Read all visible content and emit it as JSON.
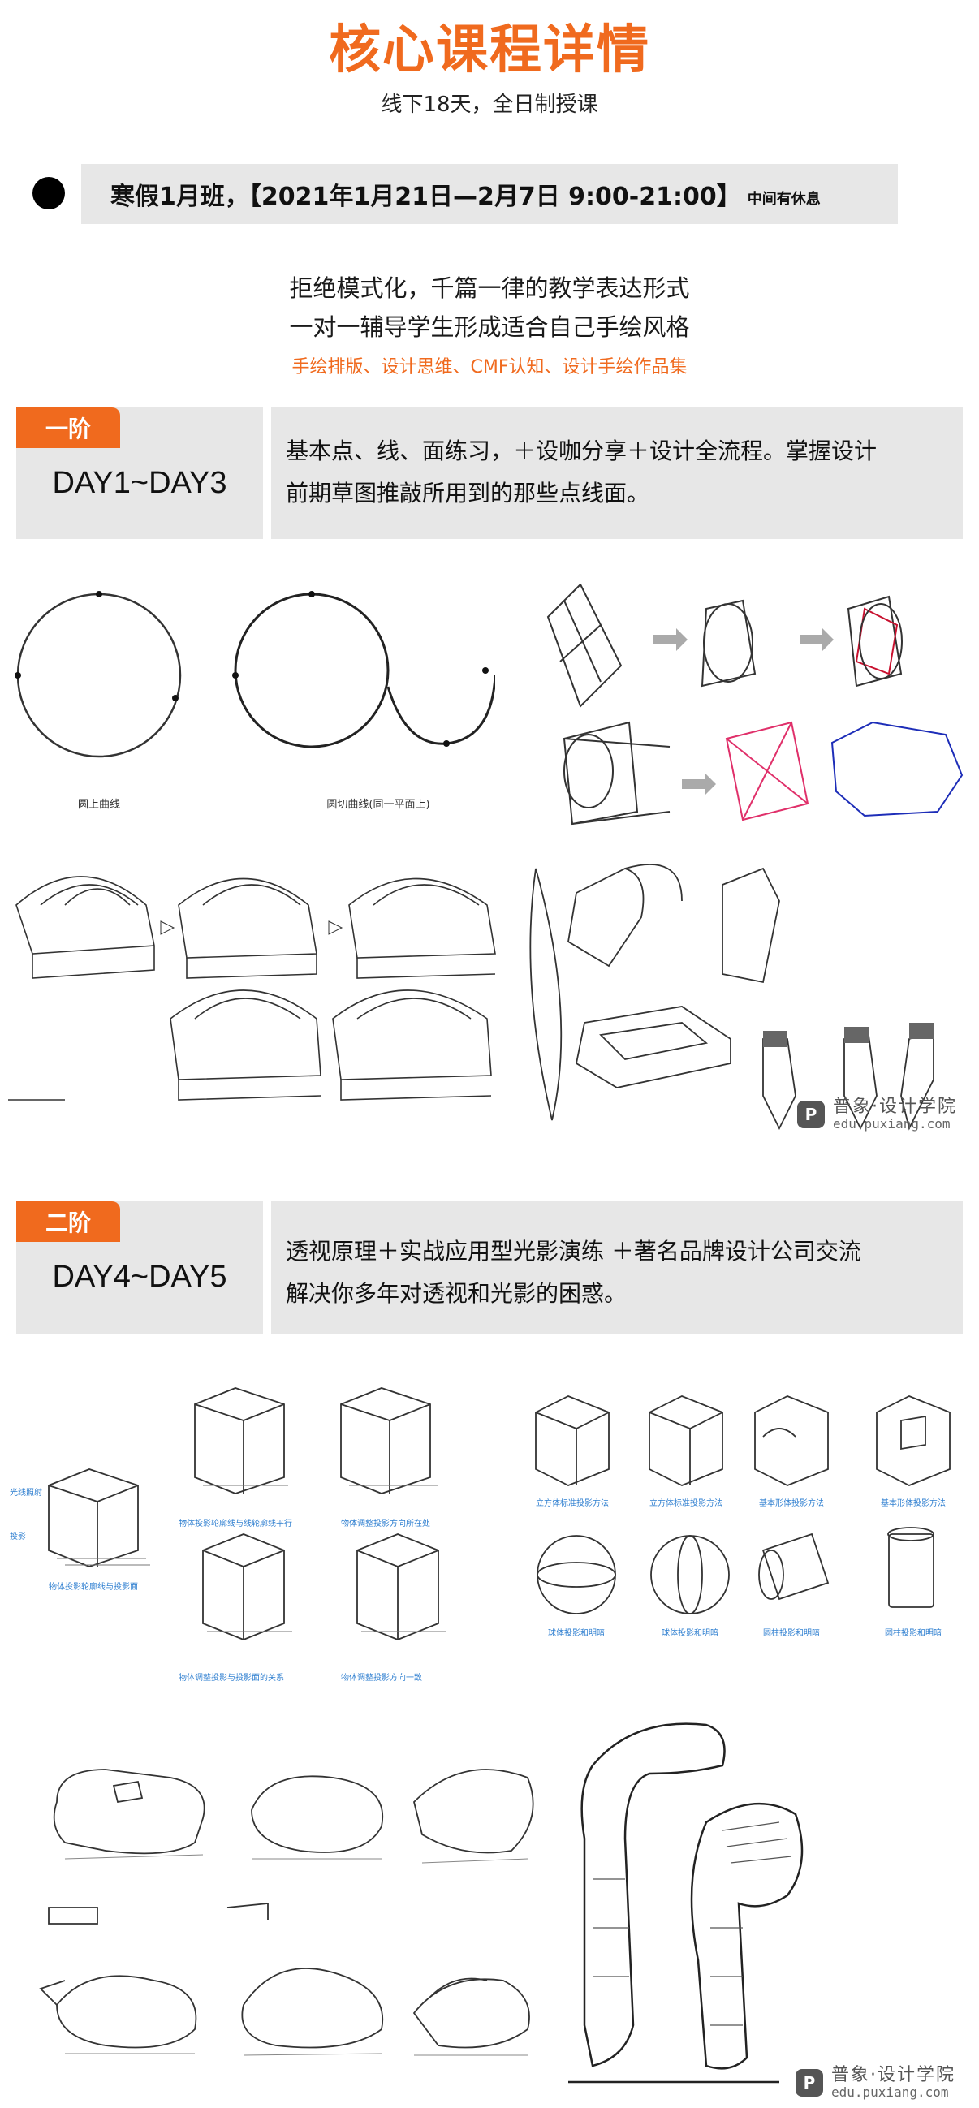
{
  "header": {
    "title": "核心课程详情",
    "subtitle": "线下18天，全日制授课"
  },
  "schedule": {
    "main": "寒假1月班，【2021年1月21日—2月7日 9:00-21:00】",
    "note": "中间有休息"
  },
  "intro": {
    "line1": "拒绝模式化，千篇一律的教学表达形式",
    "line2": "一对一辅导学生形成适合自己手绘风格",
    "tags": "手绘排版、设计思维、CMF认知、设计手绘作品集"
  },
  "stages": [
    {
      "tab": "一阶",
      "days": "DAY1~DAY3",
      "desc_line1": "基本点、线、面练习，＋设咖分享＋设计全流程。掌握设计",
      "desc_line2": "前期草图推敲所用到的那些点线面。"
    },
    {
      "tab": "二阶",
      "days": "DAY4~DAY5",
      "desc_line1": "透视原理＋实战应用型光影演练 ＋著名品牌设计公司交流",
      "desc_line2": "解决你多年对透视和光影的困惑。"
    }
  ],
  "sketch_captions": {
    "circle1": "圆上曲线",
    "circle2": "圆切曲线(同一平面上)",
    "cube_a": "立方体标准投影方法",
    "cube_b": "立方体标准投影方法",
    "cube_c": "基本形体投影方法",
    "cube_d": "基本形体投影方法",
    "sphere_a": "球体投影和明暗",
    "sphere_b": "球体投影和明暗",
    "cyl_a": "圆柱投影和明暗",
    "cyl_b": "圆柱投影和明暗"
  },
  "blue_notes": {
    "n1": "光线照射",
    "n2": "投影",
    "n3": "物体投影轮廓线与投影面",
    "n4": "物体投影轮廓线与线轮廓线平行",
    "n5": "物体调整投影方向所在处",
    "n6": "物体调整投影与投影面的关系",
    "n7": "物体调整投影方向一致"
  },
  "watermark": {
    "name": "普象·设计学院",
    "url": "edu.puxiang.com",
    "logo": "P"
  },
  "colors": {
    "accent": "#f06a1e",
    "panel": "#e7e7e7"
  }
}
